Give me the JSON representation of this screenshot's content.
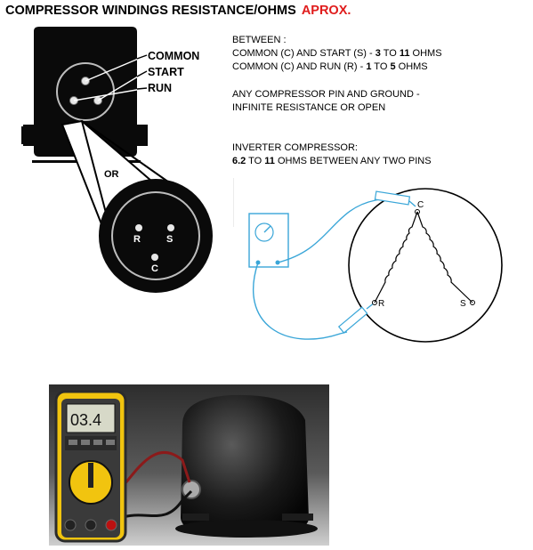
{
  "title": {
    "main": "COMPRESSOR WINDINGS RESISTANCE/OHMS",
    "note": "APROX."
  },
  "compressor_diagram": {
    "pin_labels": [
      "COMMON",
      "START",
      "RUN"
    ],
    "or_label": "OR",
    "zoom_pins": [
      "R",
      "S",
      "C"
    ]
  },
  "info": {
    "between_heading": "BETWEEN :",
    "line_start": {
      "prefix": "COMMON (C) AND START (S) - ",
      "min": "3",
      "mid": " TO ",
      "max": "11",
      "suffix": " OHMS"
    },
    "line_run": {
      "prefix": "COMMON (C) AND RUN (R) - ",
      "min": "1",
      "mid": " TO ",
      "max": "5",
      "suffix": " OHMS"
    },
    "ground_line1": "ANY COMPRESSOR PIN AND GROUND -",
    "ground_line2": "INFINITE RESISTANCE OR OPEN",
    "inverter_heading": "INVERTER COMPRESSOR:",
    "inverter_line": {
      "min": "6.2",
      "mid": " TO ",
      "max": "11",
      "suffix": " OHMS BETWEEN ANY TWO PINS"
    }
  },
  "winding_diagram": {
    "terminals": [
      "C",
      "R",
      "S"
    ]
  },
  "meter_photo": {
    "display_value": "03.4"
  },
  "colors": {
    "title_note": "#e01c1c",
    "wire": "#3aa6d8",
    "meter_body": "#f1c40f"
  }
}
